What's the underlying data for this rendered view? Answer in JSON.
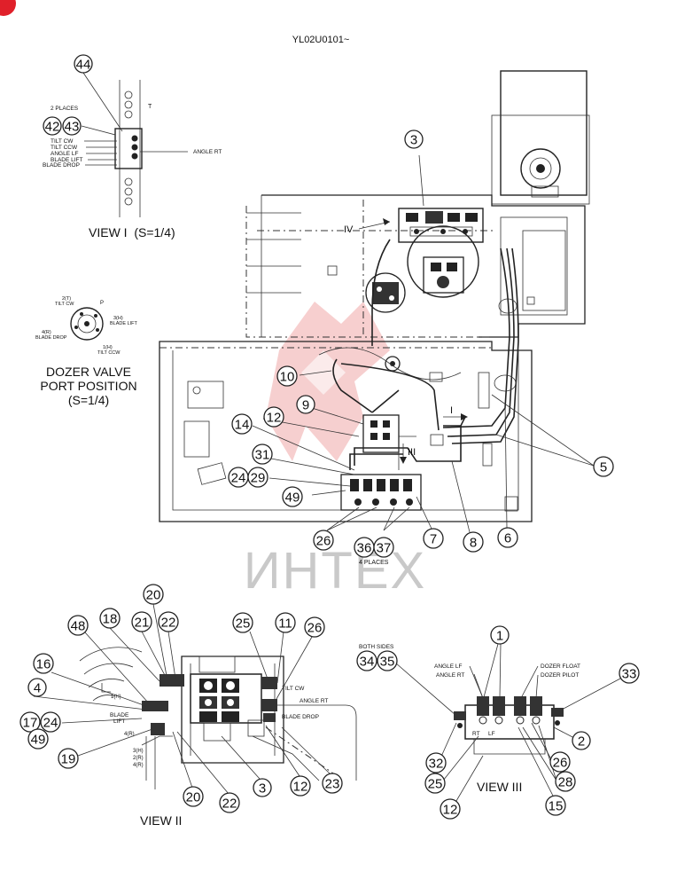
{
  "header": {
    "serial": "YL02U0101~"
  },
  "watermark": {
    "text": "ИНТЕХ",
    "color": "#c9c9c9",
    "logo_color": "#f0a8a8"
  },
  "corner_badge": {
    "color": "#e0202a"
  },
  "view1": {
    "title": "VIEW I  (S=1/4)",
    "note": "2 PLACES",
    "labels": [
      "TILT CW",
      "TILT CCW",
      "ANGLE LF",
      "BLADE LIFT",
      "BLADE DROP"
    ],
    "angle_rt": "ANGLE RT",
    "t_mark": "T"
  },
  "dozer_valve": {
    "title_line1": "DOZER VALVE",
    "title_line2": "PORT POSITION",
    "title_line3": "(S=1/4)",
    "ports": {
      "tilt_cw": "2(T)\nTILT CW",
      "p": "P",
      "blade_lift": "3(H)\nBLADE LIFT",
      "blade_drop": "4(R)\nBLADE DROP",
      "tilt_ccw": "1(H)\nTILT CCW"
    }
  },
  "main": {
    "markers": {
      "iv": "IV",
      "i": "I",
      "iii": "III"
    },
    "note_4places": "4 PLACES"
  },
  "view2": {
    "title": "VIEW II",
    "labels": {
      "tilt_cw": "TILT CW",
      "angle_rt": "ANGLE RT",
      "blade_drop": "BLADE DROP",
      "blade_lift": "BLADE\nLIFT",
      "p1": "1(H)",
      "p4r": "4(R)",
      "p3h": "3(H)",
      "p2r": "2(R)",
      "p4r2": "4(R)"
    }
  },
  "view3": {
    "title": "VIEW III",
    "both_sides": "BOTH SIDES",
    "labels": {
      "angle_lf": "ANGLE LF",
      "angle_rt": "ANGLE RT",
      "dozer_float": "DOZER FLOAT",
      "dozer_pilot": "DOZER PILOT",
      "rt": "RT",
      "lf": "LF"
    }
  },
  "callouts": {
    "c44": "44",
    "c42": "42",
    "c43": "43",
    "c3a": "3",
    "c10": "10",
    "c9": "9",
    "c14": "14",
    "c12a": "12",
    "c31": "31",
    "c24a": "24",
    "c29": "29",
    "c49a": "49",
    "c5": "5",
    "c7": "7",
    "c8": "8",
    "c6": "6",
    "c26a": "26",
    "c36": "36",
    "c37": "37",
    "c20a": "20",
    "c18": "18",
    "c21": "21",
    "c22a": "22",
    "c48": "48",
    "c25a": "25",
    "c11": "11",
    "c26b": "26",
    "c16": "16",
    "c4": "4",
    "c17": "17",
    "c24b": "24",
    "c49b": "49",
    "c19": "19",
    "c20b": "20",
    "c22b": "22",
    "c3b": "3",
    "c12b": "12",
    "c23": "23",
    "c1": "1",
    "c34": "34",
    "c35": "35",
    "c33": "33",
    "c2": "2",
    "c26c": "26",
    "c32": "32",
    "c28": "28",
    "c25b": "25",
    "c15": "15",
    "c12c": "12"
  }
}
